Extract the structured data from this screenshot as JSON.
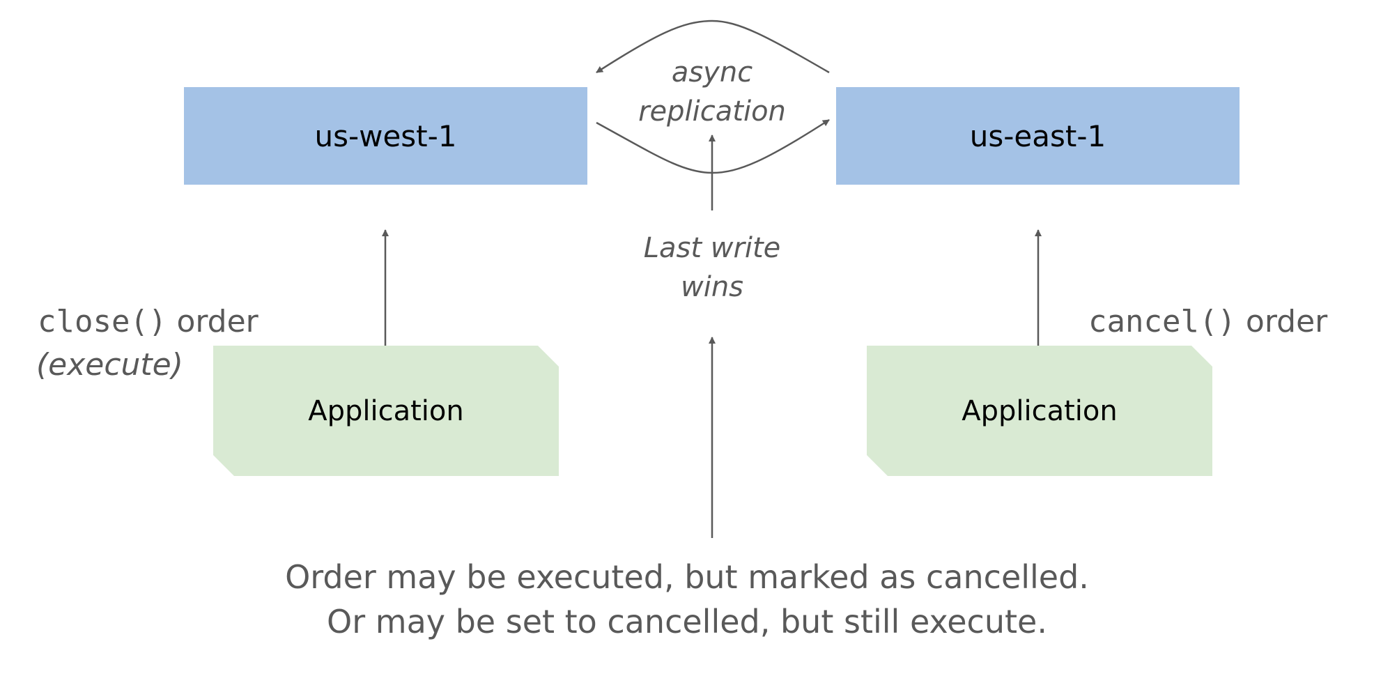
{
  "colors": {
    "region_fill": "#a4c2e6",
    "app_fill": "#d9ead3",
    "text": "#595959",
    "arrow": "#595959"
  },
  "regions": {
    "west": "us-west-1",
    "east": "us-east-1"
  },
  "replication": {
    "line1": "async",
    "line2": "replication"
  },
  "conflict": {
    "line1": "Last write",
    "line2": "wins"
  },
  "apps": {
    "left": "Application",
    "right": "Application"
  },
  "left_action": {
    "code": "close()",
    "word": "order",
    "note": "(execute)"
  },
  "right_action": {
    "code": "cancel()",
    "word": "order"
  },
  "caption": {
    "line1": "Order may be executed, but marked as cancelled.",
    "line2": "Or may be set to cancelled, but still execute."
  }
}
